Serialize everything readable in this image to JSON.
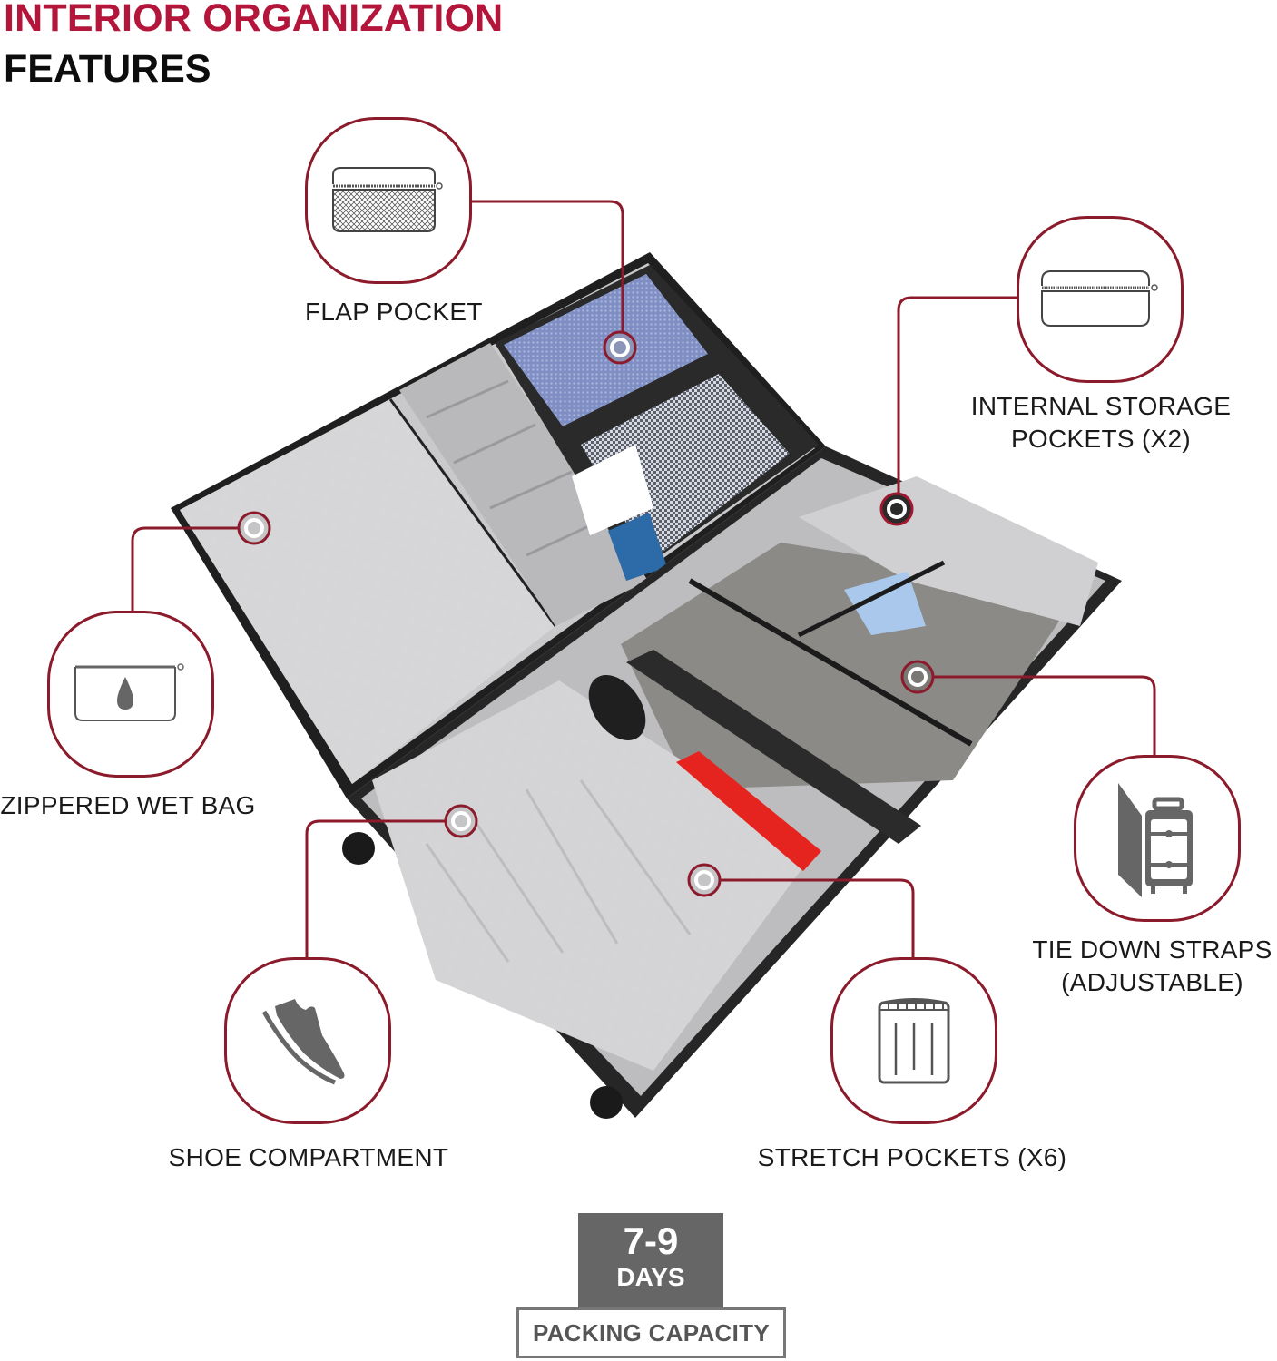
{
  "header": {
    "title_line1": "INTERIOR ORGANIZATION",
    "title_line2": "FEATURES"
  },
  "colors": {
    "accent_red": "#b3163a",
    "callout_line": "#8b1a2b",
    "icon_gray": "#666666",
    "badge_gray": "#666666"
  },
  "features": [
    {
      "id": "flap-pocket",
      "label": "FLAP POCKET",
      "icon": "mesh-zip-pocket-icon"
    },
    {
      "id": "internal-storage",
      "label_line1": "INTERNAL STORAGE",
      "label_line2": "POCKETS (X2)",
      "icon": "zip-pouch-icon"
    },
    {
      "id": "wet-bag",
      "label": "ZIPPERED WET BAG",
      "icon": "water-drop-bag-icon"
    },
    {
      "id": "tie-down",
      "label_line1": "TIE DOWN STRAPS",
      "label_line2": "(ADJUSTABLE)",
      "icon": "suitcase-straps-icon"
    },
    {
      "id": "shoe",
      "label": "SHOE COMPARTMENT",
      "icon": "shoe-icon"
    },
    {
      "id": "stretch",
      "label": "STRETCH POCKETS (X6)",
      "icon": "stretch-pocket-icon"
    }
  ],
  "capacity": {
    "days_range": "7-9",
    "days_unit": "DAYS",
    "label": "PACKING CAPACITY"
  }
}
